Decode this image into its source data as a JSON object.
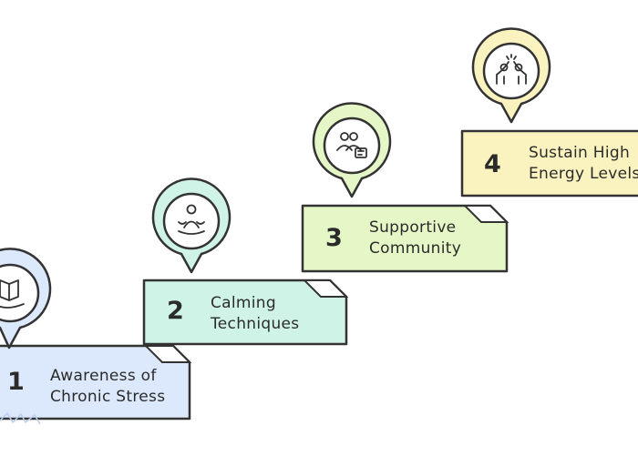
{
  "steps": [
    {
      "number": "1",
      "line1": "Awareness of",
      "line2": "Chronic Stress",
      "icon": "open-book-hand-icon",
      "color": "#dce8fb"
    },
    {
      "number": "2",
      "line1": "Calming",
      "line2": "Techniques",
      "icon": "meditation-icon",
      "color": "#cff3e6"
    },
    {
      "number": "3",
      "line1": "Supportive",
      "line2": "Community",
      "icon": "people-chat-icon",
      "color": "#e5f6c7"
    },
    {
      "number": "4",
      "line1": "Sustain High",
      "line2": "Energy Levels",
      "icon": "high-five-icon",
      "color": "#fbf3bf"
    }
  ],
  "colors": {
    "stroke": "#333333",
    "circle_fill": "#ffffff"
  }
}
